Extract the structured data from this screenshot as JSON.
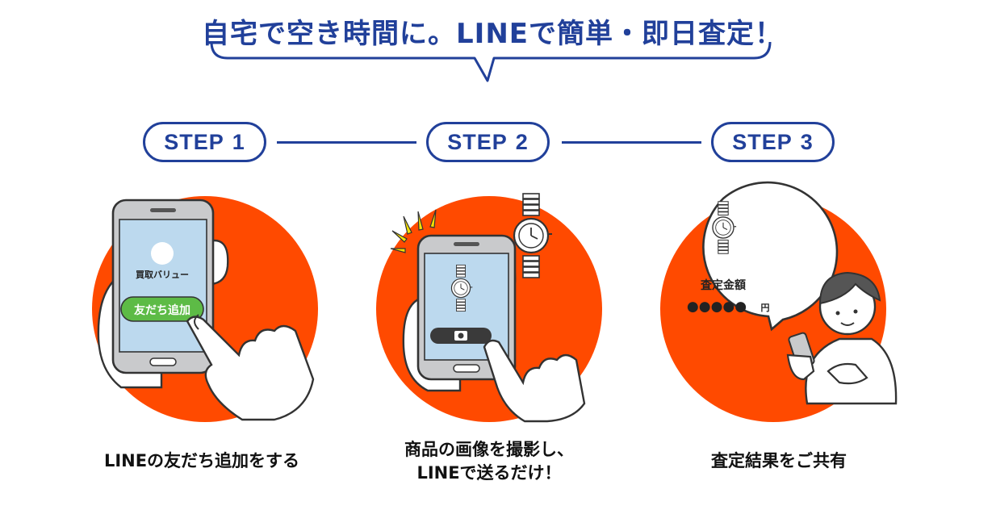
{
  "headline": "自宅で空き時間に。LINEで簡単・即日査定！",
  "steps": [
    {
      "label": "STEP",
      "number": "1",
      "caption": "LINEの友だち追加をする",
      "screen_name": "買取バリュー",
      "screen_button": "友だち追加"
    },
    {
      "label": "STEP",
      "number": "2",
      "caption_line1": "商品の画像を撮影し、",
      "caption_line2": "LINEで送るだけ！"
    },
    {
      "label": "STEP",
      "number": "3",
      "caption": "査定結果をご共有",
      "bubble_title": "査定金額",
      "bubble_value": "●●●●●",
      "bubble_unit": "円"
    }
  ],
  "colors": {
    "navy": "#21409a",
    "circle": "#ff4a00",
    "green": "#5dbb46",
    "screen": "#bcd9ee",
    "phone": "#c9cacc"
  }
}
